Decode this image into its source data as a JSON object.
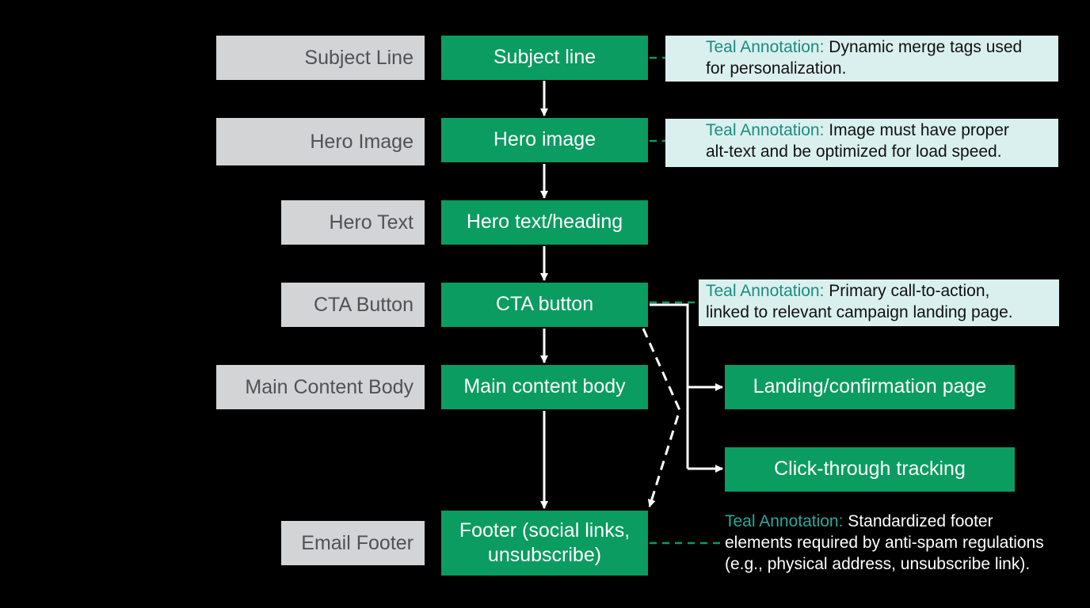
{
  "labels": {
    "subject": "Subject Line",
    "hero_image": "Hero Image",
    "hero_text": "Hero Text",
    "cta": "CTA Button",
    "main_content": "Main Content Body",
    "footer": "Email Footer"
  },
  "steps": {
    "subject": "Subject line",
    "hero_image": "Hero image",
    "hero_text": "Hero text/heading",
    "cta": "CTA button",
    "main_content": "Main content body",
    "footer_line1": "Footer (social links,",
    "footer_line2": "unsubscribe)"
  },
  "branches": {
    "landing": "Landing/confirmation page",
    "tracking": "Click-through tracking"
  },
  "annotations": {
    "prefix": "Teal Annotation:",
    "subject_line1": "Dynamic merge tags used",
    "subject_line2": "for personalization.",
    "hero_image_line1": "Image must have proper",
    "hero_image_line2": "alt-text and be optimized for load speed.",
    "cta_line1": "Primary call-to-action,",
    "cta_line2": "linked to relevant campaign landing page.",
    "footer_line1": "Standardized footer",
    "footer_line2": "elements required by anti-spam regulations",
    "footer_line3": "(e.g., physical address, unsubscribe link)."
  },
  "colors": {
    "background": "#000000",
    "label_fill": "#d3d4d6",
    "step_fill": "#0a9c60",
    "annotation_fill": "#daf0ee",
    "annotation_tag": "#1a8c82",
    "connector": "#ffffff",
    "annotation_leader": "#0a9c60"
  }
}
